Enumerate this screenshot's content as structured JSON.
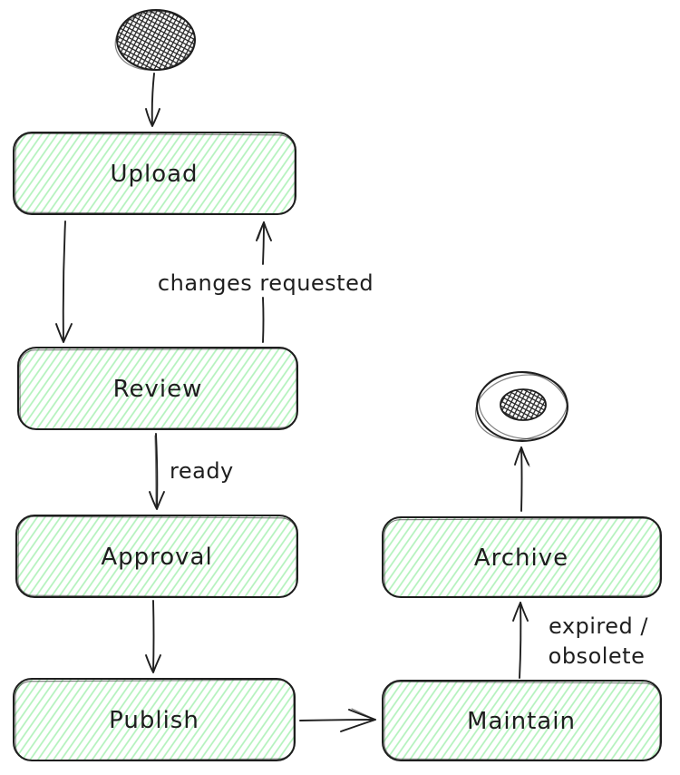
{
  "diagram": {
    "type": "flowchart",
    "style": "hand-drawn-sketch",
    "colors": {
      "background": "#ffffff",
      "node_fill_hachure": "#b2f2bb",
      "ink": "#1e1e1e"
    },
    "nodes": {
      "start": {
        "kind": "start-terminator",
        "shape": "scribble-filled-ellipse"
      },
      "upload": {
        "label": "Upload"
      },
      "review": {
        "label": "Review"
      },
      "approval": {
        "label": "Approval"
      },
      "publish": {
        "label": "Publish"
      },
      "maintain": {
        "label": "Maintain"
      },
      "archive": {
        "label": "Archive"
      },
      "end": {
        "kind": "end-terminator",
        "shape": "double-ellipse-filled-core"
      }
    },
    "edges": {
      "start_to_upload": {
        "label": ""
      },
      "upload_to_review": {
        "label": ""
      },
      "review_to_upload": {
        "label": "changes requested"
      },
      "review_to_approval": {
        "label": "ready"
      },
      "approval_to_publish": {
        "label": ""
      },
      "publish_to_maintain": {
        "label": ""
      },
      "maintain_to_archive": {
        "label_line1": "expired /",
        "label_line2": "obsolete"
      },
      "archive_to_end": {
        "label": ""
      }
    }
  }
}
